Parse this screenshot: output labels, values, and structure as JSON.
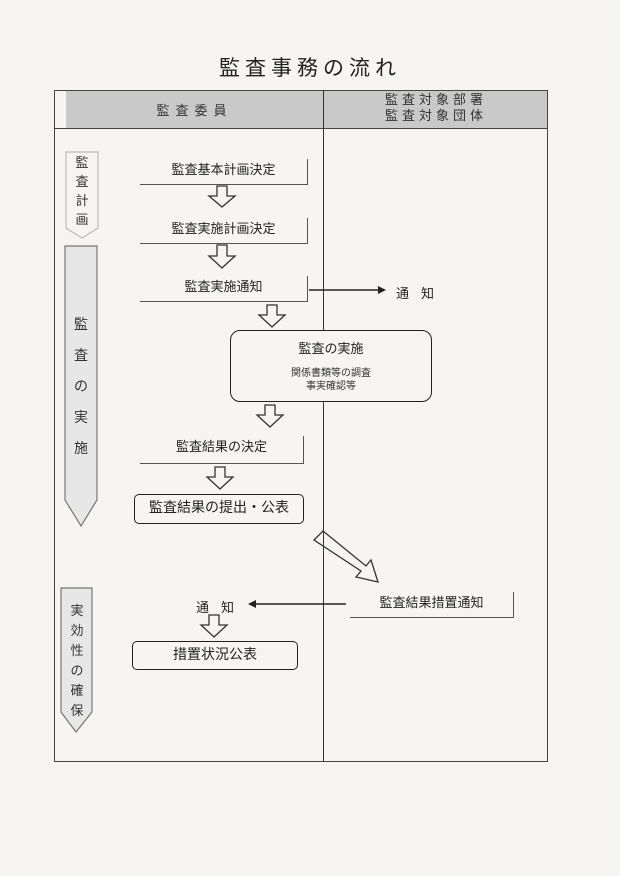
{
  "title": "監査事務の流れ",
  "columns": {
    "left": "監査委員",
    "right_line1": "監査対象部署",
    "right_line2": "監査対象団体"
  },
  "phases": {
    "planning": [
      "監",
      "査",
      "計",
      "画"
    ],
    "execution": [
      "監",
      "査",
      "の",
      "実",
      "施"
    ],
    "effectiveness": [
      "実",
      "効",
      "性",
      "の",
      "確",
      "保"
    ]
  },
  "steps": {
    "basic_plan": "監査基本計画決定",
    "exec_plan": "監査実施計画決定",
    "exec_notice": "監査実施通知",
    "notify_right": "通知",
    "execution_title": "監査の実施",
    "execution_sub1": "関係書類等の調査",
    "execution_sub2": "事実確認等",
    "result_decision": "監査結果の決定",
    "result_submit": "監査結果の提出・公表",
    "measures_notice": "監査結果措置通知",
    "notify_left": "通知",
    "measures_publish": "措置状況公表"
  }
}
